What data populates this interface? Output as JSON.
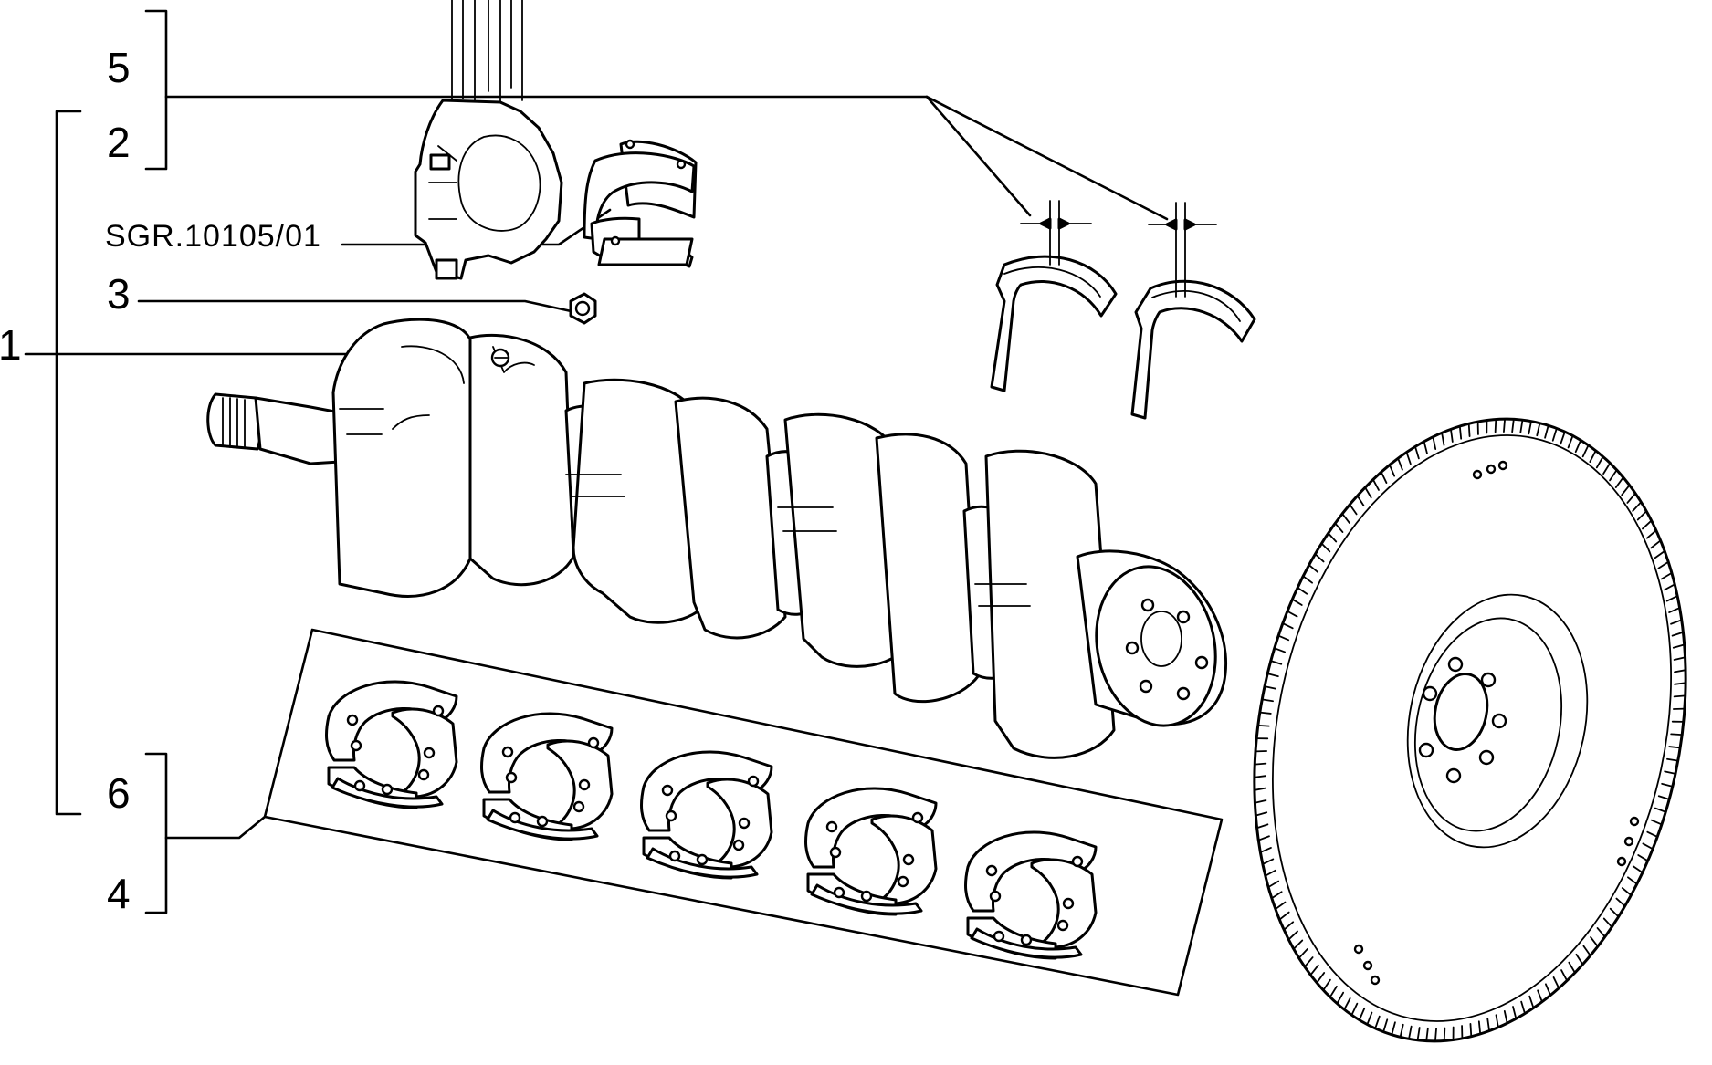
{
  "labels": {
    "n1": "1",
    "n2": "2",
    "n3": "3",
    "n4": "4",
    "n5": "5",
    "n6": "6",
    "ref": "SGR.10105/01"
  }
}
